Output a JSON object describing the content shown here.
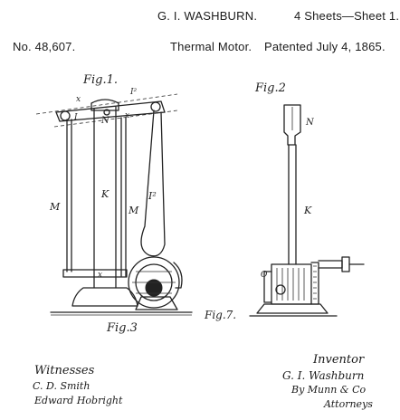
{
  "header": {
    "inventor_name": "G. I. WASHBURN.",
    "sheets": "4 Sheets—Sheet 1.",
    "patent_no": "No. 48,607.",
    "title": "Thermal Motor.",
    "patented": "Patented July 4, 1865."
  },
  "figures": {
    "fig1_label": "Fig.1.",
    "fig2_label": "Fig.2",
    "fig3_label": "Fig.3",
    "fig7_label": "Fig.7."
  },
  "part_labels": {
    "x1": "x",
    "x2": "x",
    "x3": "x",
    "n1": "N",
    "n2": "N",
    "i": "I",
    "i2_top": "I²",
    "i2": "I²",
    "m1": "M",
    "m2": "M",
    "k1": "K",
    "k2": "K",
    "o": "O"
  },
  "footer": {
    "witnesses_label": "Witnesses",
    "witness_1": "C. D. Smith",
    "witness_2": "Edward Hobright",
    "inventor_label": "Inventor",
    "inventor_signature": "G. I. Washburn",
    "attorneys_line_1": "By Munn & Co",
    "attorneys_line_2": "Attorneys"
  }
}
